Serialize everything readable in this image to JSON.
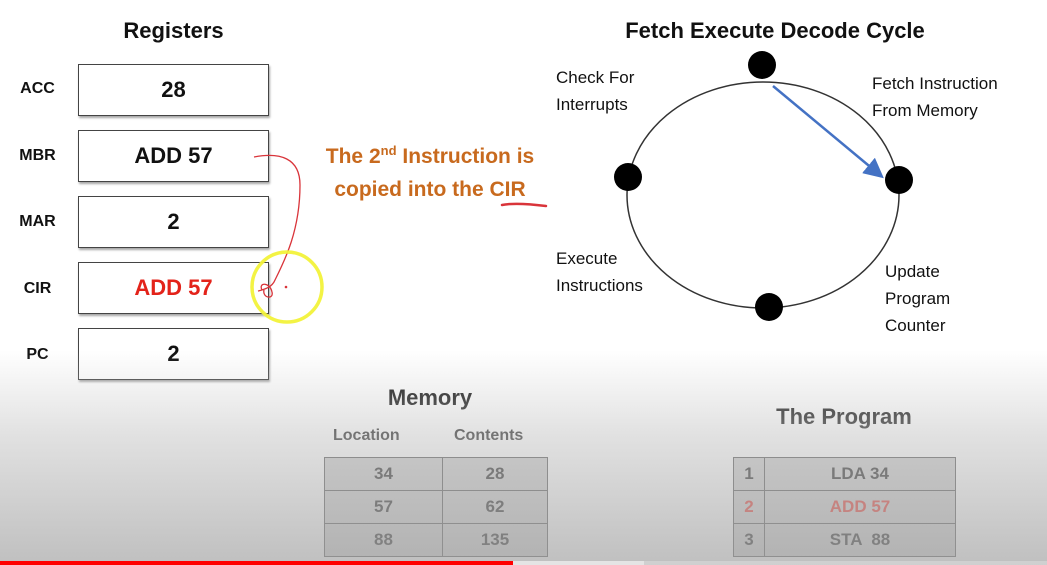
{
  "slide": {
    "registers": {
      "title": "Registers",
      "items": [
        {
          "name": "ACC",
          "value": "28",
          "highlighted": false
        },
        {
          "name": "MBR",
          "value": "ADD 57",
          "highlighted": false
        },
        {
          "name": "MAR",
          "value": "2",
          "highlighted": false
        },
        {
          "name": "CIR",
          "value": "ADD 57",
          "highlighted": true
        },
        {
          "name": "PC",
          "value": "2",
          "highlighted": false
        }
      ]
    },
    "annotation": {
      "line1_pre": "The 2",
      "line1_sup": "nd",
      "line1_post": " Instruction is",
      "line2": "copied into the CIR"
    },
    "cycle": {
      "title": "Fetch Execute Decode Cycle",
      "stages": {
        "check_interrupts": [
          "Check For",
          "Interrupts"
        ],
        "fetch": [
          "Fetch Instruction",
          "From Memory"
        ],
        "update_pc": [
          "Update",
          "Program",
          "Counter"
        ],
        "execute": [
          "Execute",
          "Instructions"
        ]
      }
    },
    "memory": {
      "title": "Memory",
      "columns": [
        "Location",
        "Contents"
      ],
      "rows": [
        [
          "34",
          "28"
        ],
        [
          "57",
          "62"
        ],
        [
          "88",
          "135"
        ]
      ]
    },
    "program": {
      "title": "The Program",
      "rows": [
        {
          "line": "1",
          "instruction": "LDA 34",
          "highlighted": false
        },
        {
          "line": "2",
          "instruction": "ADD 57",
          "highlighted": true
        },
        {
          "line": "3",
          "instruction": "STA  88",
          "highlighted": false
        }
      ]
    }
  },
  "player": {
    "progress_percent": 49,
    "buffered_percent": 61.5
  },
  "colors": {
    "highlight_red": "#e3231a",
    "annotation_orange": "#c86a1e",
    "arrow_blue": "#4472c4",
    "pen_red": "#d9343a",
    "cursor_yellow": "#f2f23a",
    "progress_red": "#ff0000"
  }
}
